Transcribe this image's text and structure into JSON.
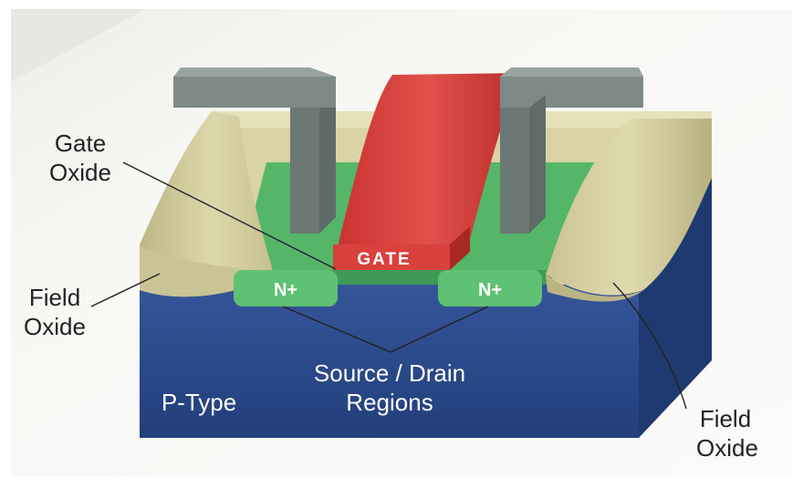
{
  "labels": {
    "gate_oxide_line1": "Gate",
    "gate_oxide_line2": "Oxide",
    "field_oxide_left_line1": "Field",
    "field_oxide_left_line2": "Oxide",
    "field_oxide_right_line1": "Field",
    "field_oxide_right_line2": "Oxide",
    "gate": "GATE",
    "n_plus_left": "N+",
    "n_plus_right": "N+",
    "source_drain_line1": "Source / Drain",
    "source_drain_line2": "Regions",
    "p_type": "P-Type"
  },
  "colors": {
    "background_panel": "#f3f3f0",
    "substrate_front": "#2d4b8a",
    "substrate_side": "#1f3a70",
    "substrate_top_edge": "#3a5a9c",
    "field_oxide": "#cfc99a",
    "field_oxide_dark": "#b3ad7a",
    "field_oxide_top": "#e3ddb2",
    "active_green": "#55b66a",
    "active_green_dark": "#3f9a55",
    "n_plus_green": "#5fc173",
    "gate_red": "#d8413c",
    "gate_red_dark": "#b32b27",
    "contact_gray": "#7d8a86",
    "contact_gray_dark": "#5f6b68",
    "contact_gray_light": "#97a39f",
    "leader_line": "#222222",
    "label_dark": "#222222",
    "label_light": "#ffffff"
  }
}
